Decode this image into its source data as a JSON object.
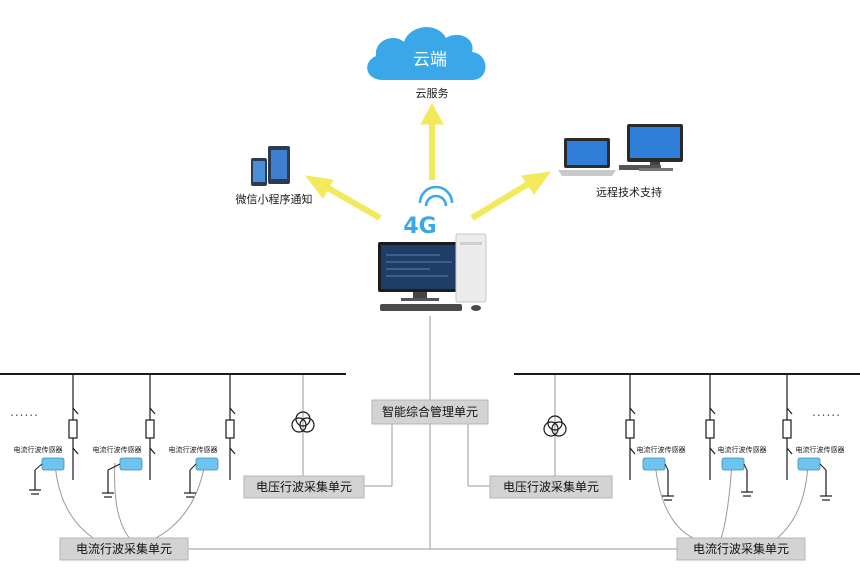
{
  "cloud": {
    "title": "云端",
    "caption": "云服务",
    "color": "#3aa8e8"
  },
  "top_nodes": {
    "wechat": "微信小程序通知",
    "remote": "远程技术支持"
  },
  "network_badge": "4G",
  "units": {
    "management": "智能综合管理单元",
    "voltage_left": "电压行波采集单元",
    "voltage_right": "电压行波采集单元",
    "current_left": "电流行波采集单元",
    "current_right": "电流行波采集单元"
  },
  "sensor_label": "电流行波传感器",
  "ellipsis": "......",
  "colors": {
    "arrow": "#f2ea5a",
    "sensor": "#6fc3ef",
    "unit_box": "#d3d3d3",
    "line": "#9a9a9a"
  }
}
